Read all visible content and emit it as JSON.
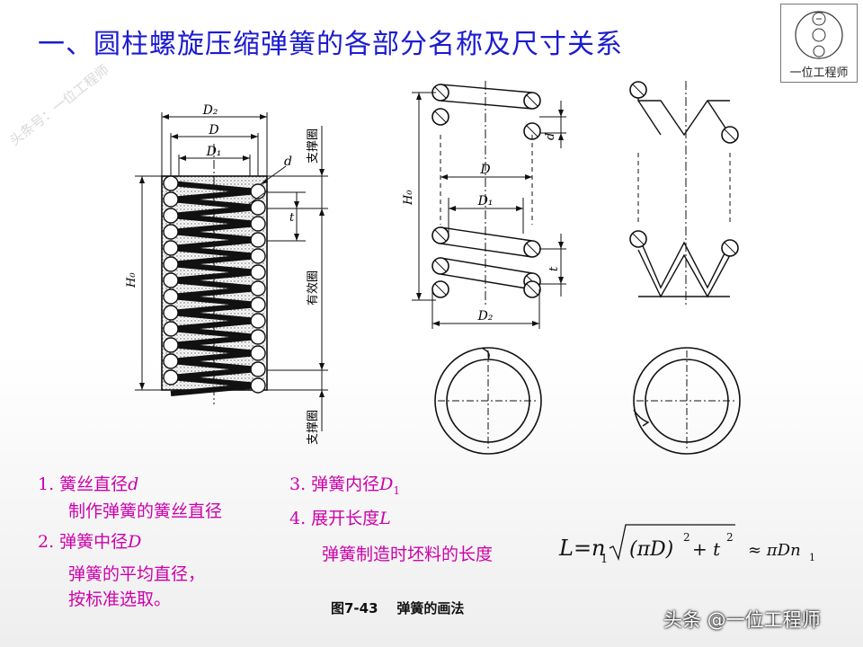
{
  "page": {
    "title": "一、圆柱螺旋压缩弹簧的各部分名称及尺寸关系",
    "watermark": "头条号：一位工程师",
    "logo_caption": "一位工程师",
    "brand": "头条 @一位工程师"
  },
  "figure": {
    "caption": "图7-43    弹簧的画法",
    "left_labels": {
      "D2": "D₂",
      "D": "D",
      "D1": "D₁",
      "d": "d",
      "t": "t",
      "H0": "H₀",
      "support_top": "支撑圈",
      "effective": "有效圈",
      "support_bottom": "支撑圈"
    },
    "middle_labels": {
      "d": "d",
      "D": "D",
      "H0": "H₀",
      "D1": "D₁",
      "t": "t",
      "D2": "D₂"
    }
  },
  "notes": {
    "item1_title": "1. 簧丝直径",
    "item1_symbol": "d",
    "item1_desc": "制作弹簧的簧丝直径",
    "item2_title": "2. 弹簧中径",
    "item2_symbol": "D",
    "item2_desc1": "弹簧的平均直径，",
    "item2_desc2": "按标准选取。",
    "item3_title": "3. 弹簧内径",
    "item3_symbol": "D",
    "item3_sub": "1",
    "item4_title": "4. 展开长度",
    "item4_symbol": "L",
    "item4_desc": "弹簧制造时坯料的长度"
  },
  "formula": {
    "lhs": "L=n",
    "lhs_sub": "1",
    "inner": "(πD)",
    "exp1": "2",
    "plus": "+ t",
    "exp2": "2",
    "approx": "≈ πDn",
    "approx_sub": "1"
  },
  "colors": {
    "title": "#1b1bd0",
    "notes": "#cc00aa",
    "line": "#111111"
  }
}
